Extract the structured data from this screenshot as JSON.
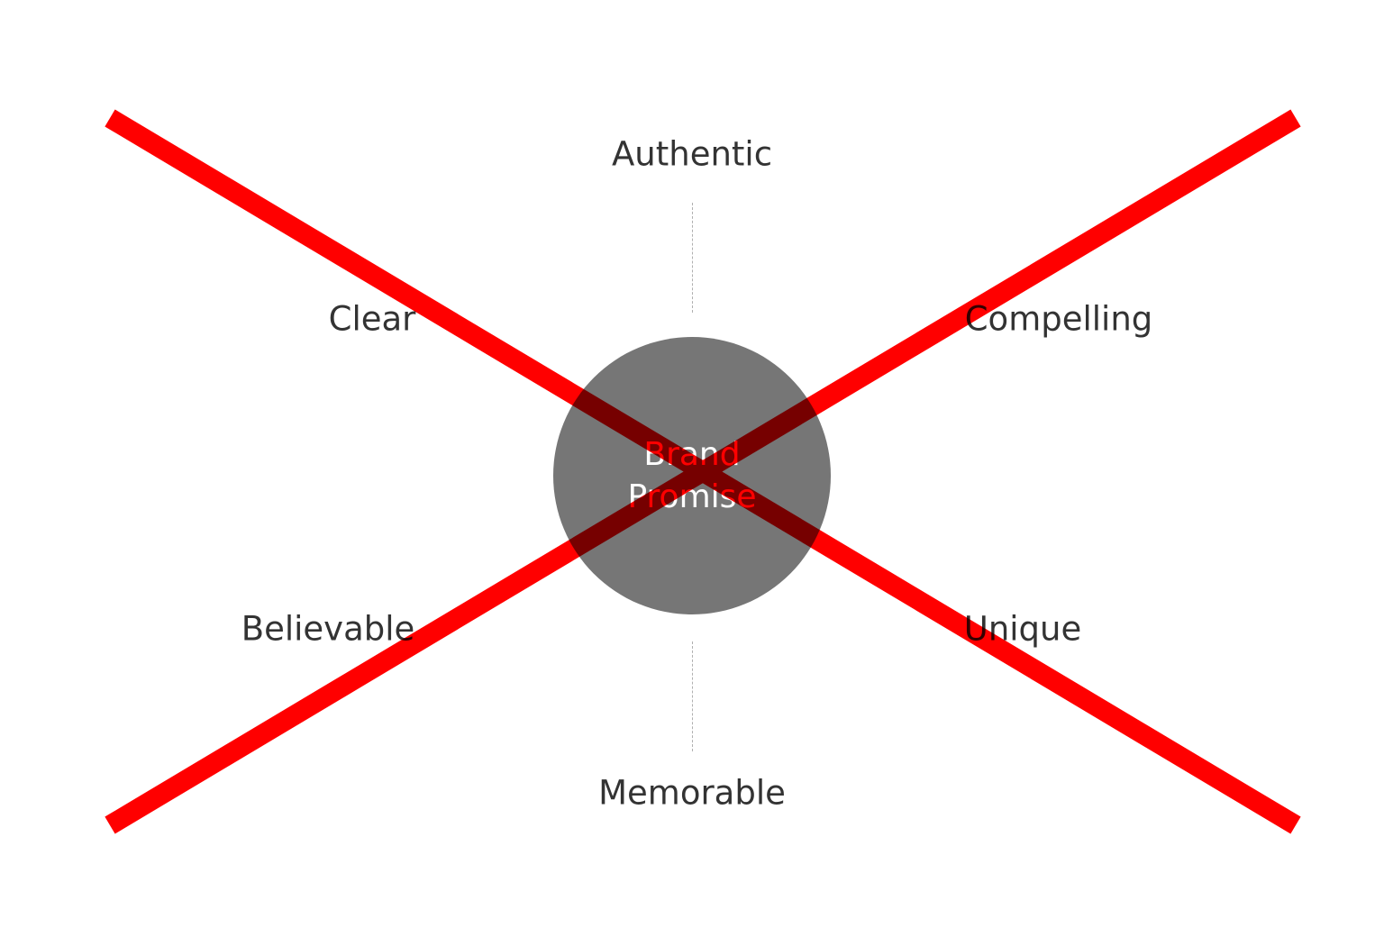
{
  "diagram": {
    "center": {
      "line1": "Brand",
      "line2": "Promise"
    },
    "attributes": {
      "top": "Authentic",
      "upper_left": "Clear",
      "upper_right": "Compelling",
      "lower_left": "Believable",
      "lower_right": "Unique",
      "bottom": "Memorable"
    },
    "colors": {
      "circle": "#767676",
      "cross": "#ff0000",
      "text": "#333333",
      "center_text": "#ffffff",
      "dashed_line": "#b0b0b0"
    }
  }
}
